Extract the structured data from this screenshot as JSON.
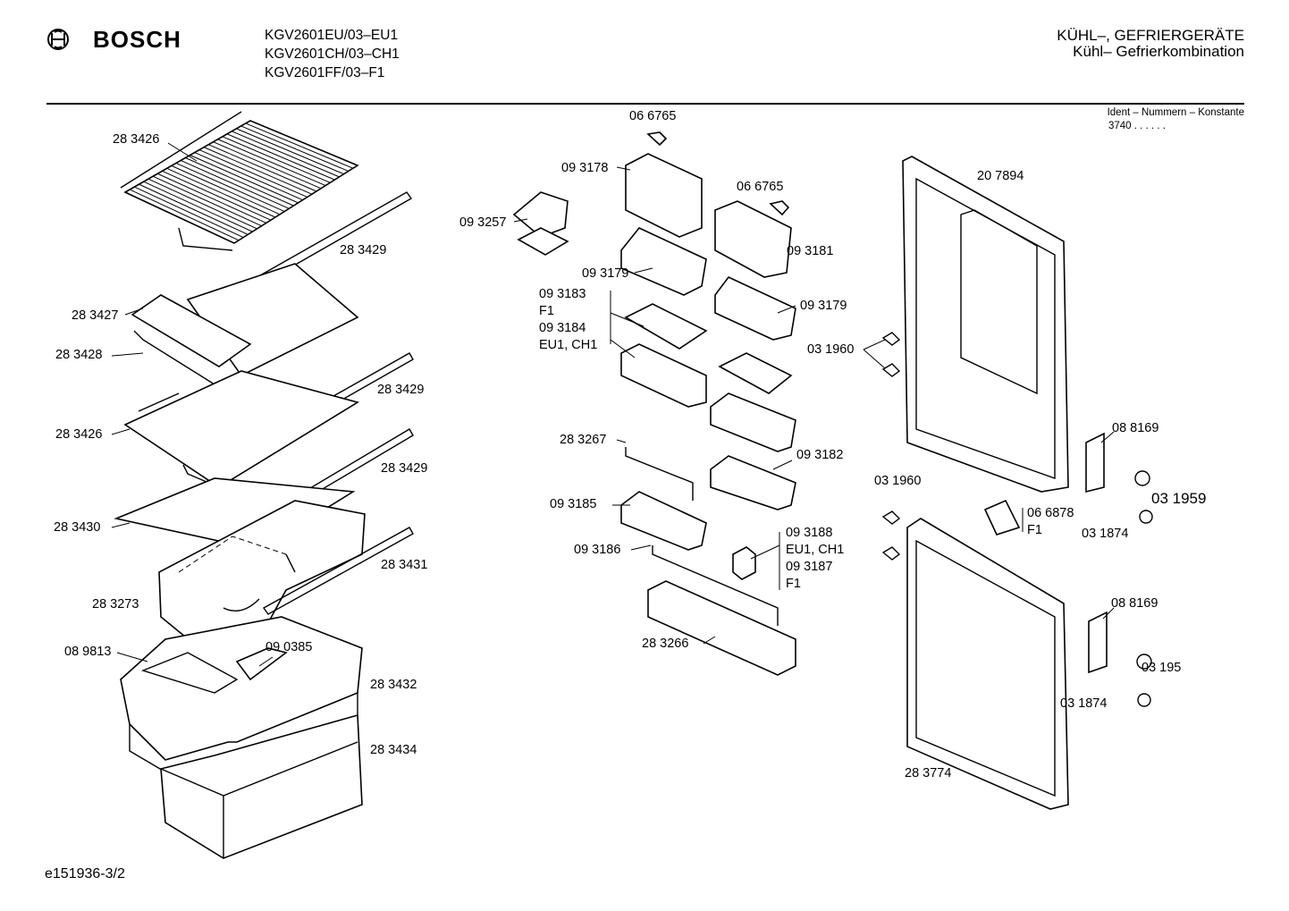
{
  "header": {
    "brand": "BOSCH",
    "logo_icon": "bosch-armature-logo-icon",
    "models": [
      "KGV2601EU/03–EU1",
      "KGV2601CH/03–CH1",
      "KGV2601FF/03–F1"
    ],
    "category": "KÜHL–, GEFRIERGERÄTE",
    "subcategory": "Kühl– Gefrierkombination",
    "ident_label": "Ident – Nummern – Konstante",
    "ident_value": "3740 . . . . . ."
  },
  "parts": {
    "p283426a": "28 3426",
    "p283429a": "28 3429",
    "p283427": "28 3427",
    "p283428": "28 3428",
    "p283429b": "28 3429",
    "p283426b": "28 3426",
    "p283429c": "28 3429",
    "p283430": "28 3430",
    "p283431": "28 3431",
    "p283273": "28 3273",
    "p089813": "08 9813",
    "p090385": "09 0385",
    "p283432": "28 3432",
    "p283434": "28 3434",
    "p066765a": "06 6765",
    "p093178": "09 3178",
    "p093257": "09 3257",
    "p066765b": "06 6765",
    "p093181": "09 3181",
    "p093179a": "09 3179",
    "p093179b": "09 3179",
    "p093183": "09 3183",
    "f1a": "F1",
    "p093184": "09 3184",
    "eu1ch1a": "EU1, CH1",
    "p283267": "28 3267",
    "p093182": "09 3182",
    "p093185": "09 3185",
    "p093186": "09 3186",
    "p093188": "09 3188",
    "eu1ch1b": "EU1, CH1",
    "p093187": "09 3187",
    "f1b": "F1",
    "p283266": "28 3266",
    "p207894": "20 7894",
    "p031960a": "03 1960",
    "p088169a": "08 8169",
    "p031959": "03 1959",
    "p031874a": "03 1874",
    "p066878": "06 6878",
    "f1c": "F1",
    "p031960b": "03 1960",
    "p088169b": "08 8169",
    "p03195": "03 195",
    "p031874b": "03 1874",
    "p283774": "28 3774"
  },
  "footer": {
    "doc_id": "e151936-3/2"
  }
}
